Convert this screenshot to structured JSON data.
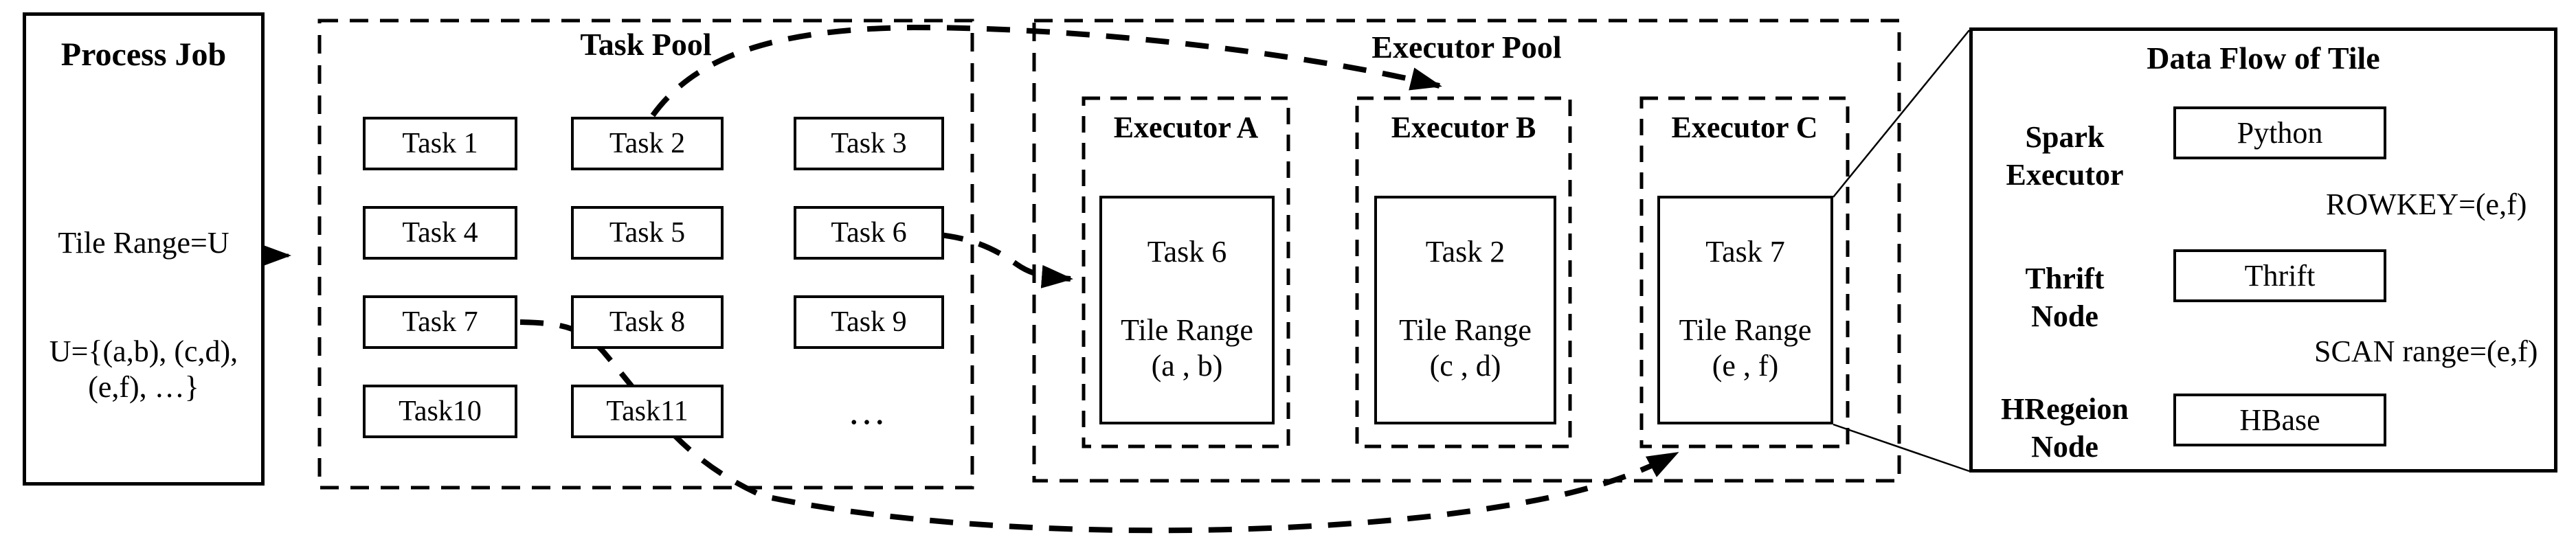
{
  "process_job": {
    "title": "Process Job",
    "tile_range": "Tile Range=U",
    "set_definition": "U={(a,b), (c,d),\n(e,f), …}"
  },
  "task_pool": {
    "title": "Task Pool",
    "tasks": [
      "Task 1",
      "Task 2",
      "Task 3",
      "Task 4",
      "Task 5",
      "Task 6",
      "Task 7",
      "Task 8",
      "Task 9",
      "Task10",
      "Task11"
    ],
    "ellipsis": "…"
  },
  "executor_pool": {
    "title": "Executor Pool",
    "executors": [
      {
        "name": "Executor A",
        "task": "Task 6",
        "range_label": "Tile Range",
        "range": "(a , b)"
      },
      {
        "name": "Executor B",
        "task": "Task 2",
        "range_label": "Tile Range",
        "range": "(c , d)"
      },
      {
        "name": "Executor C",
        "task": "Task 7",
        "range_label": "Tile Range",
        "range": "(e , f)"
      }
    ]
  },
  "data_flow": {
    "title": "Data Flow of Tile",
    "row_labels": [
      "Spark\nExecutor",
      "Thrift\nNode",
      "HRegeion\nNode"
    ],
    "nodes": [
      "Python",
      "Thrift",
      "HBase"
    ],
    "edge_labels": [
      "ROWKEY=(e,f)",
      "SCAN range=(e,f)"
    ]
  },
  "colors": {
    "ink": "#000000",
    "background": "#ffffff"
  }
}
